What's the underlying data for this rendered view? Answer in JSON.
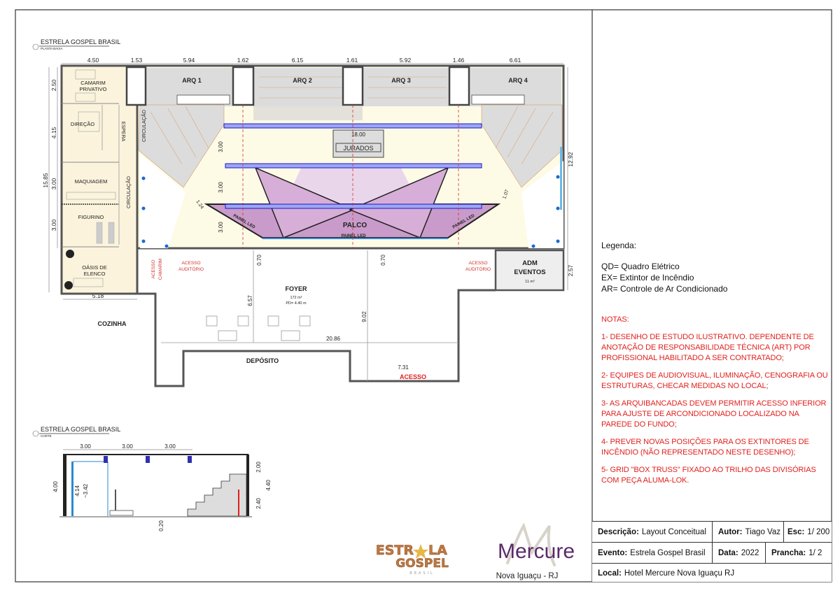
{
  "plan": {
    "title": "ESTRELA GOSPEL BRASIL",
    "subtitle": "PLANTA BAIXA",
    "top_dims": [
      "4.50",
      "1.53",
      "5.94",
      "1.62",
      "6.15",
      "1.61",
      "5.92",
      "1.46",
      "6.61"
    ],
    "left_dims": [
      "2.50",
      "4.15",
      "3.00",
      "3.00"
    ],
    "total_height": "15.85",
    "right_height": "12.92",
    "adm_height": "2.57",
    "bottom_left_dim": "5.18",
    "truss_dims": [
      "3.00",
      "3.00",
      "3.00"
    ],
    "stage_width": "18.00",
    "diag_left": "1.24",
    "diag_right": "1.07",
    "foyer_dims": [
      "0.70",
      "0.70",
      "6.57",
      "9.02",
      "20.86",
      "7.31"
    ],
    "rooms": {
      "camarim": [
        "CAMARIM",
        "PRIVATIVO"
      ],
      "direcao": "DIREÇÃO",
      "espera": "ESPERA",
      "maquiagem": "MAQUIAGEM",
      "figurino": "FIGURINO",
      "oasis": [
        "OÁSIS DE",
        "ELENCO"
      ],
      "circulacao": "CIRCULAÇÃO",
      "arq": [
        "ARQ 1",
        "ARQ 2",
        "ARQ 3",
        "ARQ 4"
      ],
      "jurados": "JURADOS",
      "palco": "PALCO",
      "painel_led": "PAINEL LED",
      "acesso_camarim": [
        "ACESSO",
        "CAMARIM"
      ],
      "acesso_auditorio": [
        "ACESSO",
        "AUDITÓRIO"
      ],
      "adm": [
        "ADM",
        "EVENTOS"
      ],
      "adm_area": "11 m²",
      "foyer": "FOYER",
      "foyer_area": "172 m²",
      "foyer_pd": "PD= 4.40 m",
      "cozinha": "COZINHA",
      "deposito": "DEPÓSITO",
      "acesso": "ACESSO"
    }
  },
  "section": {
    "title": "ESTRELA GOSPEL BRASIL",
    "subtitle": "CORTE",
    "top_dims": [
      "3.00",
      "3.00",
      "3.00"
    ],
    "left_dims": [
      "4.00",
      "4.14",
      "~3.42"
    ],
    "right_dims": [
      "2.00",
      "2.40",
      "4.40"
    ],
    "bottom_dim": "0.20"
  },
  "legend": {
    "title": "Legenda:",
    "items": [
      "QD= Quadro Elétrico",
      "EX= Extintor de Incêndio",
      "AR= Controle de Ar Condicionado"
    ]
  },
  "notes": {
    "title": "NOTAS:",
    "items": [
      "1- DESENHO DE ESTUDO ILUSTRATIVO. DEPENDENTE DE ANOTAÇÃO DE RESPONSABILIDADE TÉCNICA (ART) POR PROFISSIONAL HABILITADO A SER CONTRATADO;",
      "2- EQUIPES DE AUDIOVISUAL, ILUMINAÇÃO, CENOGRAFIA OU ESTRUTURAS, CHECAR MEDIDAS NO LOCAL;",
      "3- AS ARQUIBANCADAS DEVEM PERMITIR ACESSO INFERIOR PARA AJUSTE DE ARCONDICIONADO LOCALIZADO NA PAREDE DO FUNDO;",
      "4- PREVER NOVAS POSIÇÕES PARA OS EXTINTORES DE INCÊNDIO (NÃO REPRESENTADO NESTE DESENHO);",
      "5- GRID \"BOX TRUSS\" FIXADO AO TRILHO DAS DIVISÓRIAS COM PEÇA ALUMA-LOK."
    ]
  },
  "title_block": {
    "descricao_label": "Descrição:",
    "descricao": "Layout Conceitual",
    "autor_label": "Autor:",
    "autor": "Tiago Vaz",
    "escala_label": "Esc:",
    "escala": "1/ 200",
    "evento_label": "Evento:",
    "evento": "Estrela Gospel Brasil",
    "data_label": "Data:",
    "data": "2022",
    "prancha_label": "Prancha:",
    "prancha": "1/ 2",
    "local_label": "Local:",
    "local": "Hotel Mercure Nova Iguaçu RJ"
  },
  "logos": {
    "estrela": [
      "ESTR",
      "LA",
      "GOSPEL",
      "BRASIL"
    ],
    "mercure": "Mercure",
    "mercure_location": "Nova Iguaçu - RJ"
  },
  "colors": {
    "stage": "#c99bca",
    "truss": "#1a1ad0",
    "bleacher": "#dcdcdc",
    "room_fill": "#fbf3dc",
    "auditorium_fill": "#fdfbe6",
    "notes": "#e0201e",
    "access_text": "#d0302a",
    "mercure": "#5a2a6a"
  }
}
